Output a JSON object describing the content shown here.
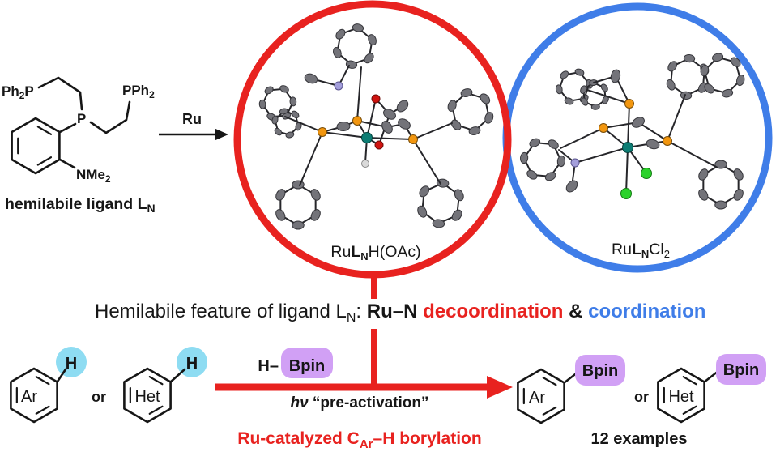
{
  "colors": {
    "red": "#e8221f",
    "blue": "#3f7de8",
    "cyan_highlight": "#8edcf2",
    "purple_highlight": "#d1a0f5",
    "phosphorus_orange": "#f2960f",
    "ruthenium_teal": "#0d7d74",
    "nitrogen_lavender": "#a49fdb",
    "oxygen_red": "#cf1410",
    "chlorine_green": "#2bd22b",
    "carbon_gray": "#737379",
    "hydrogen_white": "#d9d9d9",
    "text_black": "#161616"
  },
  "ligand": {
    "left_phosphine": {
      "pre": "Ph",
      "sub": "2",
      "post": "P"
    },
    "central_p": "P",
    "right_phosphine": {
      "pre": "PPh",
      "sub": "2"
    },
    "amine": {
      "pre": "NMe",
      "sub": "2"
    },
    "caption": {
      "pre": "hemilabile ligand L",
      "sub": "N"
    }
  },
  "transformation": {
    "arrow_label": "Ru"
  },
  "red_complex": {
    "label": {
      "p1": "Ru",
      "p2": "L",
      "sub": "N",
      "p3": "H(OAc)"
    }
  },
  "blue_complex": {
    "label": {
      "p1": "Ru",
      "p2": "L",
      "sub": "N",
      "p3": "Cl",
      "sub2": "2"
    }
  },
  "feature_line": {
    "lead": "Hemilabile feature of ligand L",
    "lead_sub": "N",
    "colon": ": ",
    "ru_n": "Ru–N ",
    "decoordination": "decoordination",
    "ampersand": " & ",
    "coordination": "coordination"
  },
  "reaction": {
    "substrate_ar": "Ar",
    "substrate_het": "Het",
    "or_left": "or",
    "or_right": "or",
    "h_atom_ar": "H",
    "h_atom_het": "H",
    "reagent": {
      "h": "H–",
      "bpin": "Bpin"
    },
    "conditions": {
      "hv": "hν",
      "quote": " “pre-activation”"
    },
    "catalysis": {
      "pre": "Ru-catalyzed C",
      "sub": "Ar",
      "post": "–H borylation"
    },
    "product_ar": "Ar",
    "product_het": "Het",
    "product_bpin_ar": "Bpin",
    "product_bpin_het": "Bpin",
    "examples": "12 examples"
  }
}
